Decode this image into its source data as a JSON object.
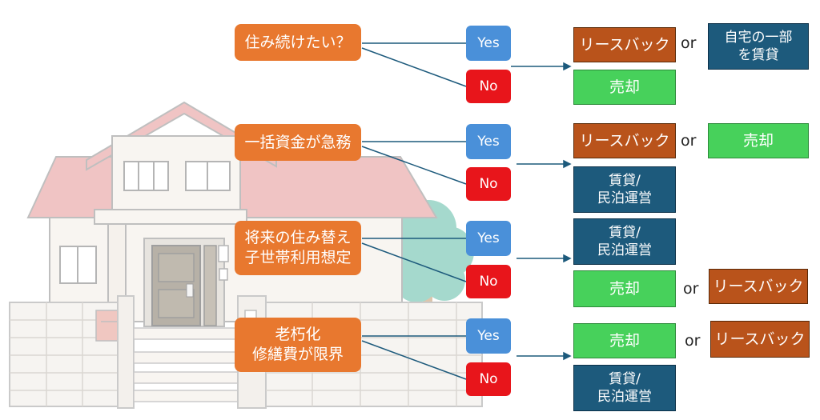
{
  "colors": {
    "question": "#e8782f",
    "yes": "#4a90d9",
    "no": "#e8151b",
    "leaseback": "#b9531b",
    "sale": "#47d15b",
    "rental": "#1d5a7c",
    "house_roof": "#e8a1a1",
    "house_wall": "#f4f0ea",
    "tree": "#6fc3b0"
  },
  "connector": "or",
  "blocks": [
    {
      "question": [
        "住み続けたい？"
      ],
      "yes_label": "Yes",
      "no_label": "No",
      "results": [
        {
          "type": "leaseback",
          "text": [
            "リースバック"
          ]
        },
        {
          "type": "rental",
          "text": [
            "自宅の一部",
            "を賃貸"
          ]
        },
        {
          "type": "sale",
          "text": [
            "売却"
          ]
        }
      ]
    },
    {
      "question": [
        "一括資金が急務"
      ],
      "yes_label": "Yes",
      "no_label": "No",
      "results": [
        {
          "type": "leaseback",
          "text": [
            "リースバック"
          ]
        },
        {
          "type": "sale",
          "text": [
            "売却"
          ]
        },
        {
          "type": "rental",
          "text": [
            "賃貸/",
            "民泊運営"
          ]
        }
      ]
    },
    {
      "question": [
        "将来の住み替え",
        "子世帯利用想定"
      ],
      "yes_label": "Yes",
      "no_label": "No",
      "results": [
        {
          "type": "rental",
          "text": [
            "賃貸/",
            "民泊運営"
          ]
        },
        {
          "type": "sale",
          "text": [
            "売却"
          ]
        },
        {
          "type": "leaseback",
          "text": [
            "リースバック"
          ]
        }
      ]
    },
    {
      "question": [
        "老朽化",
        "修繕費が限界"
      ],
      "yes_label": "Yes",
      "no_label": "No",
      "results": [
        {
          "type": "sale",
          "text": [
            "売却"
          ]
        },
        {
          "type": "leaseback",
          "text": [
            "リースバック"
          ]
        },
        {
          "type": "rental",
          "text": [
            "賃貸/",
            "民泊運営"
          ]
        }
      ]
    }
  ]
}
